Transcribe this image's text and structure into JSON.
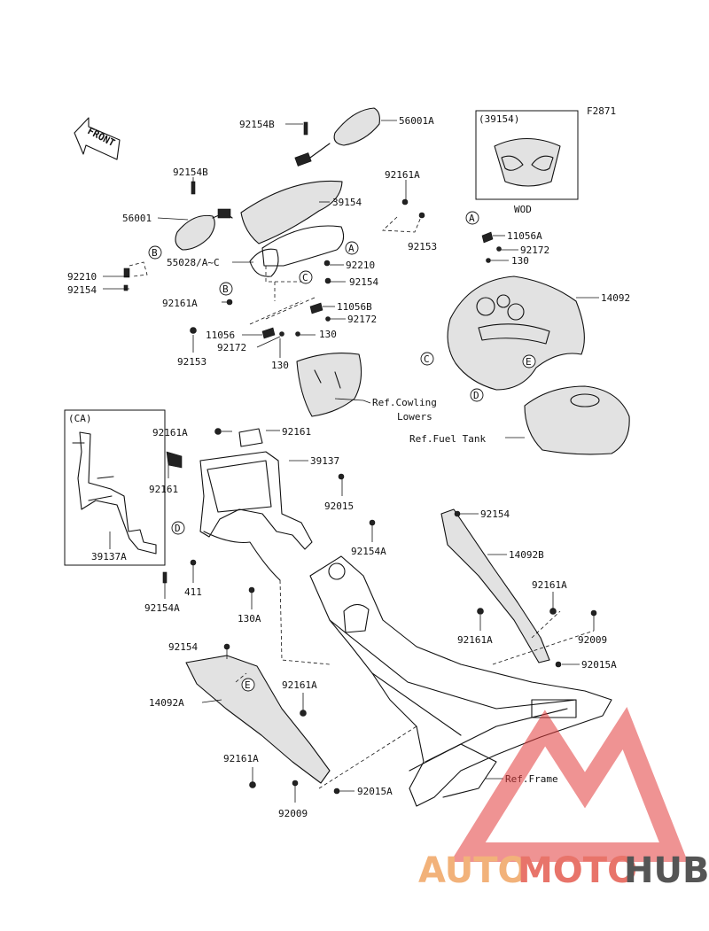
{
  "diagram_code": "F2871",
  "front_label": "FRONT",
  "inset_wod": {
    "title": "(39154)",
    "caption": "WOD"
  },
  "inset_ca": {
    "title": "(CA)",
    "part": "39137A"
  },
  "callouts": [
    "A",
    "B",
    "C",
    "D",
    "E"
  ],
  "labels": [
    "92154B",
    "56001A",
    "92154B",
    "39154",
    "92161A",
    "56001",
    "92153",
    "55028/A~C",
    "92210",
    "92154",
    "92210",
    "92154",
    "92161A",
    "11056B",
    "92172",
    "11056",
    "130",
    "92172",
    "92153",
    "130",
    "11056A",
    "92172",
    "130",
    "14092",
    "Ref.Cowling",
    "Lowers",
    "Ref.Fuel Tank",
    "92161A",
    "92161",
    "39137",
    "92161",
    "92015",
    "92154A",
    "411",
    "92154A",
    "130A",
    "92154",
    "14092B",
    "92161A",
    "92161A",
    "92009",
    "92015A",
    "92154",
    "14092A",
    "92161A",
    "92161A",
    "Ref.Frame",
    "92015A",
    "92009"
  ],
  "watermark": {
    "part1": "AUTO",
    "part2": "MOTO",
    "part3": "HUB"
  },
  "colors": {
    "ink": "#111111",
    "watermark_orange": "#f2b27a",
    "watermark_red": "#e23a3a",
    "watermark_gray": "#555555"
  }
}
